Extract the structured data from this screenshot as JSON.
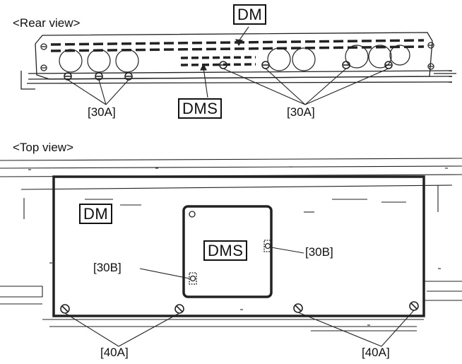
{
  "rear_view": {
    "title": "<Rear view>",
    "dm_label": "DM",
    "dms_label": "DMS",
    "screw_label_left": "[30A]",
    "screw_label_right": "[30A]"
  },
  "top_view": {
    "title": "<Top view>",
    "dm_label": "DM",
    "dms_label": "DMS",
    "screw_label_left_30b": "[30B]",
    "screw_label_right_30b": "[30B]",
    "screw_label_left_40a": "[40A]",
    "screw_label_right_40a": "[40A]"
  }
}
